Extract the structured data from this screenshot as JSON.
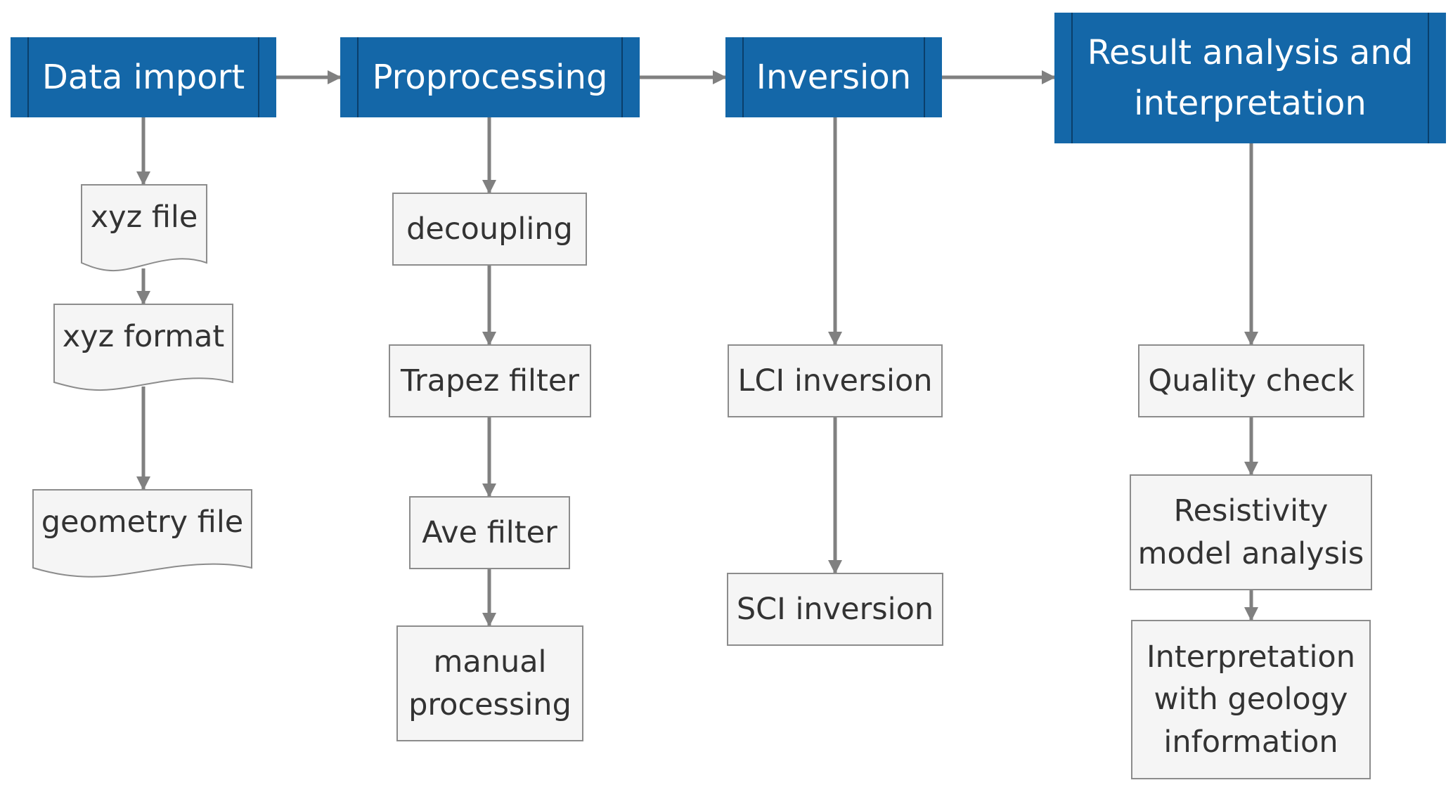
{
  "colors": {
    "stage_fill": "#1467a8",
    "box_fill": "#f5f5f5",
    "box_border": "#8c8c8c",
    "arrow": "#808080",
    "text": "#333333"
  },
  "stages": {
    "data_import": "Data import",
    "preprocessing": "Proprocessing",
    "inversion": "Inversion",
    "result": "Result analysis and\ninterpretation"
  },
  "data_import_steps": {
    "xyz_file": "xyz file",
    "xyz_format": "xyz format",
    "geometry_file": "geometry file"
  },
  "preprocessing_steps": {
    "decoupling": "decoupling",
    "trapez": "Trapez filter",
    "ave": "Ave filter",
    "manual": "manual\nprocessing"
  },
  "inversion_steps": {
    "lci": "LCI inversion",
    "sci": "SCI inversion"
  },
  "result_steps": {
    "quality": "Quality check",
    "resistivity": "Resistivity\nmodel analysis",
    "interpretation": "Interpretation\nwith geology\ninformation"
  }
}
